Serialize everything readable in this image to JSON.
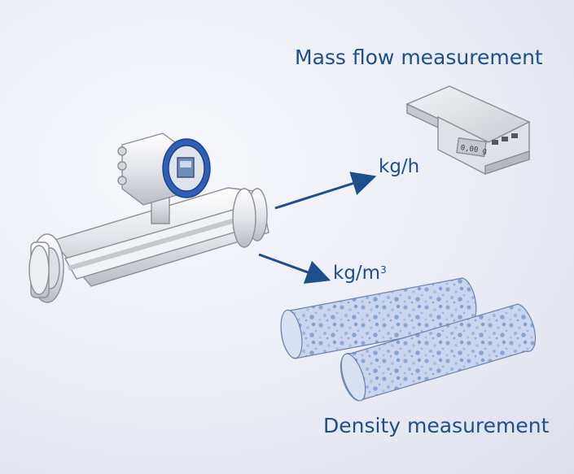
{
  "labels": {
    "mass_flow": "Mass flow measurement",
    "density": "Density measurement",
    "mass_unit": "kg/h",
    "density_unit_base": "kg/m",
    "density_unit_exp": "3"
  },
  "scale_display": "0,00 g",
  "colors": {
    "text": "#1d4f8c",
    "arrow": "#1d4f8c",
    "transmitter_ring": "#2f5fb8",
    "tube_fill": "#c9d6ee",
    "tube_bubbles": "#8aa6d9"
  },
  "icons": {
    "meter": "coriolis-flowmeter-icon",
    "scale": "weighing-scale-icon",
    "tubes": "liquid-tube-icon"
  }
}
